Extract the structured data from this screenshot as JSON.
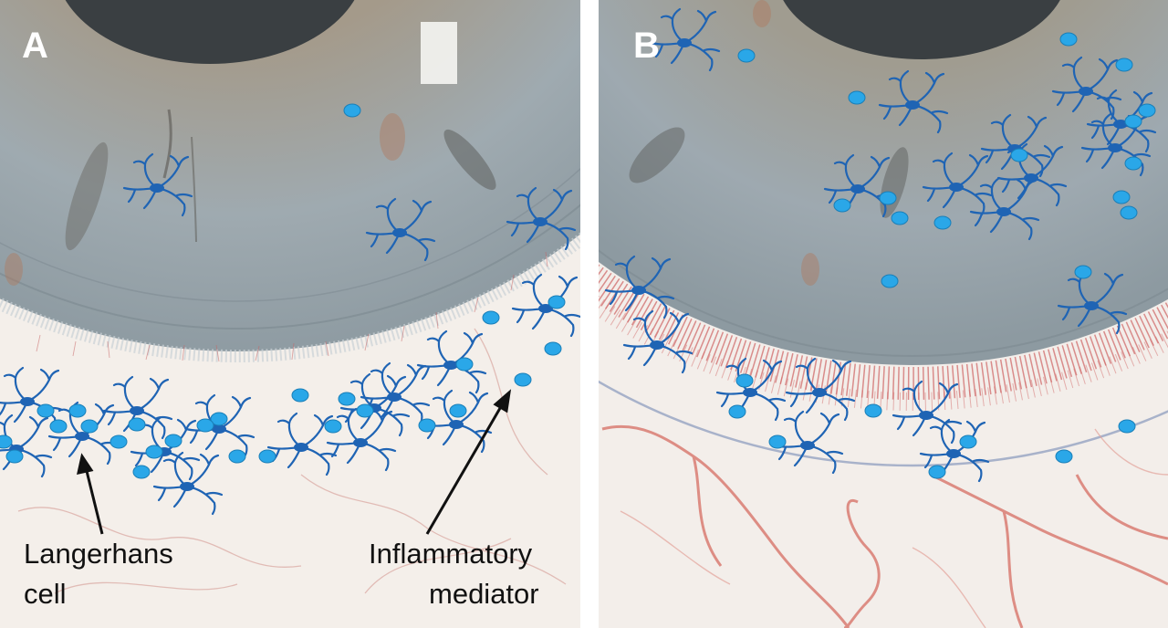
{
  "figure": {
    "panels": [
      {
        "id": "A",
        "label": "A"
      },
      {
        "id": "B",
        "label": "B"
      }
    ],
    "labels": {
      "langerhans_line1": "Langerhans",
      "langerhans_line2": "cell",
      "mediator_line1": "Inflammatory",
      "mediator_line2": "mediator"
    },
    "colors": {
      "cell_blue": "#1f64b4",
      "mediator_blue": "#2aa7e8",
      "iris_gray": "#9aa7ad",
      "vessel_red": "#c83a3a",
      "sclera": "#f4efea",
      "pupil": "#3a3f42"
    }
  }
}
